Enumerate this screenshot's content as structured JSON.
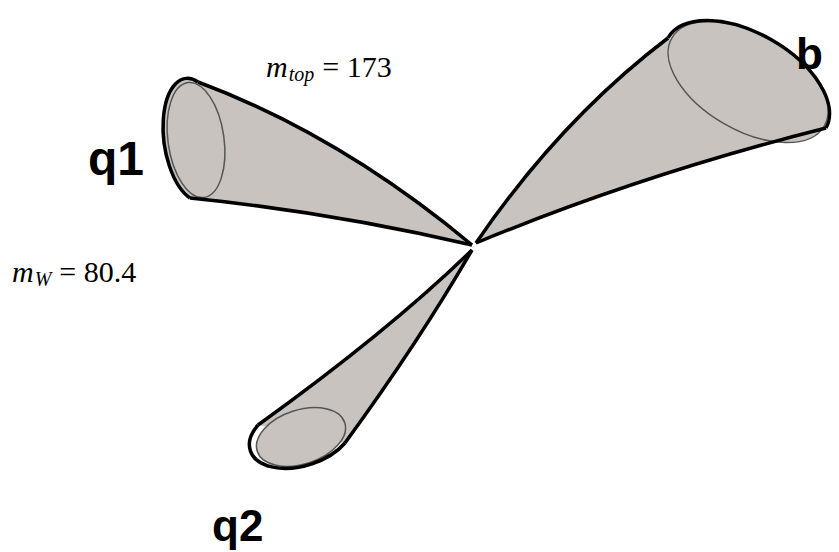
{
  "diagram": {
    "labels": [
      "q1",
      "q2",
      "b",
      "m",
      "top",
      "= 173",
      "m",
      "W",
      "= 80.4"
    ]
  }
}
